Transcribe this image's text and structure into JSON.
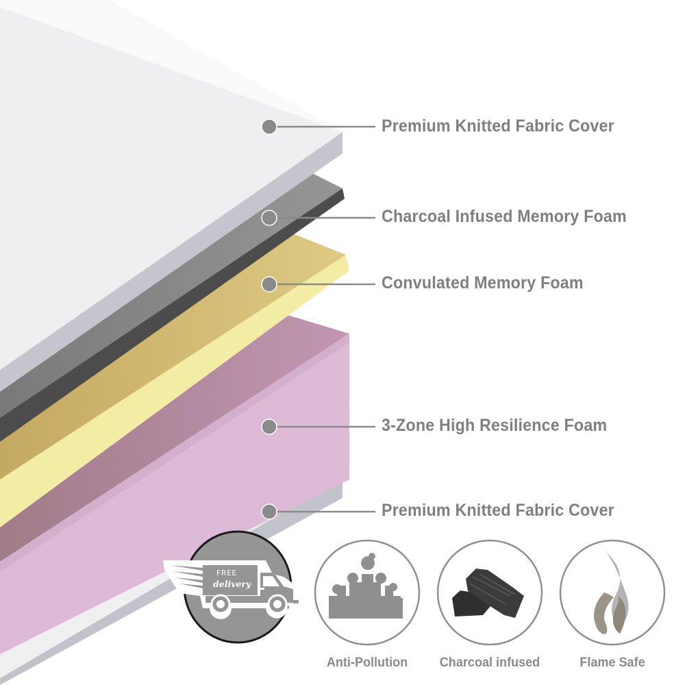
{
  "layers": [
    {
      "label": "Premium Knitted Fabric Cover",
      "color": "#f4f4f6",
      "edge_color": "#c9c9d2"
    },
    {
      "label": "Charcoal Infused Memory Foam",
      "color": "#8a8a8a",
      "edge_color": "#4e4e4e"
    },
    {
      "label": "Convulated Memory Foam",
      "color": "#d9c27a",
      "edge_color": "#f8f2a6"
    },
    {
      "label": "3-Zone High Resilience Foam",
      "color": "#b28a9a",
      "edge_color": "#e2bfdc"
    },
    {
      "label": "Premium Knitted Fabric Cover",
      "color": "#f2f2f4",
      "edge_color": "#c4c4cd"
    }
  ],
  "badges": {
    "delivery": {
      "line1": "FREE",
      "line2": "delivery",
      "icon": "delivery-truck-icon"
    },
    "features": [
      {
        "label": "Anti-Pollution",
        "icon": "factory-smoke-icon"
      },
      {
        "label": "Charcoal infused",
        "icon": "charcoal-icon"
      },
      {
        "label": "Flame Safe",
        "icon": "flame-icon"
      }
    ]
  },
  "colors": {
    "callout_gray": "#8a8a8a",
    "text_gray": "#7f7f7f",
    "badge_circle_stroke": "#8f8f8f"
  }
}
